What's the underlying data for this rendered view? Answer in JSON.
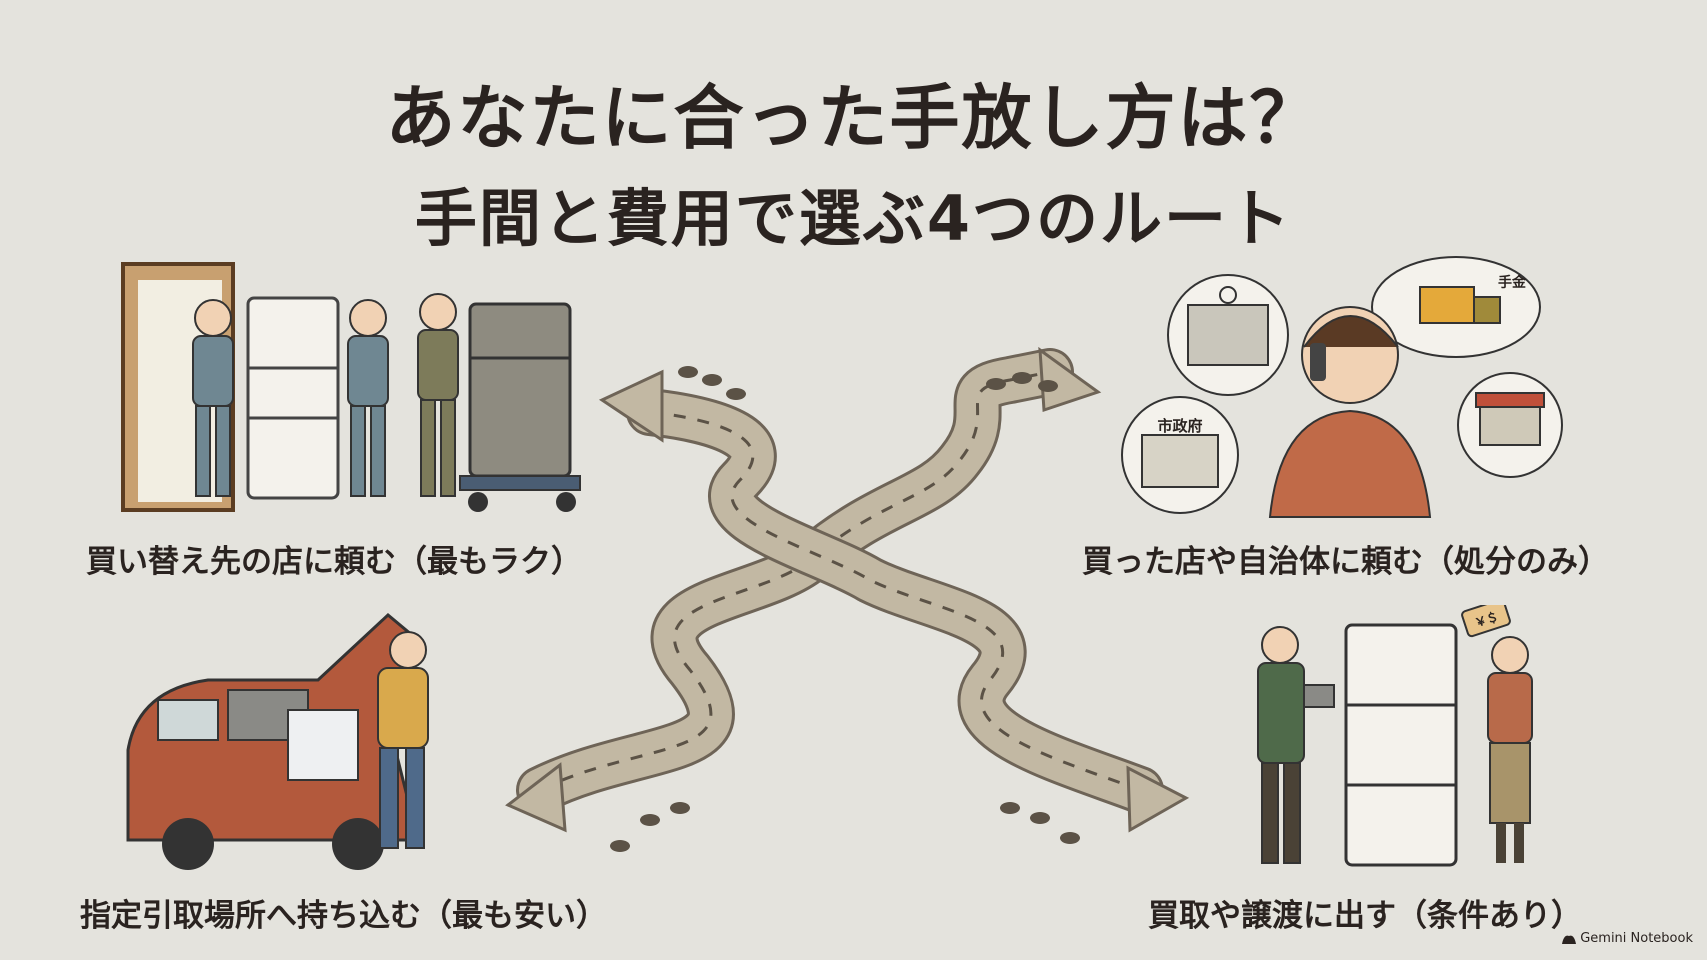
{
  "title": {
    "main": "あなたに合った手放し方は？",
    "sub": "手間と費用で選ぶ4つのルート"
  },
  "routes": [
    {
      "label": "買い替え先の店に頼む（最もラク）"
    },
    {
      "label": "買った店や自治体に頼む（処分のみ）"
    },
    {
      "label": "指定引取場所へ持ち込む（最も安い）"
    },
    {
      "label": "買取や譲渡に出す（条件あり）"
    }
  ],
  "signs": {
    "city_hall": "市政府",
    "truck_fee": "手金",
    "price_tag": "￥＄"
  },
  "brand": "Gemini Notebook",
  "colors": {
    "background": "#e4e3dd",
    "road": "#c2b8a3",
    "road_edge": "#6e6457",
    "text": "#2a2320"
  }
}
